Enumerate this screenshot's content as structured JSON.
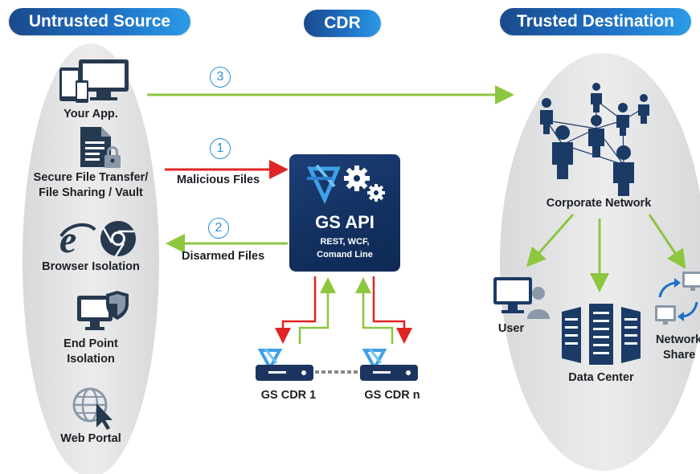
{
  "headers": {
    "untrusted": "Untrusted Source",
    "cdr": "CDR",
    "trusted": "Trusted Destination"
  },
  "sources": [
    {
      "label": "Your App.",
      "icon": "devices-icon"
    },
    {
      "label_line1": "Secure File Transfer/",
      "label_line2": "File Sharing / Vault",
      "icon": "secure-file-icon"
    },
    {
      "label": "Browser Isolation",
      "icon": "browsers-icon"
    },
    {
      "label_line1": "End Point",
      "label_line2": "Isolation",
      "icon": "endpoint-shield-icon"
    },
    {
      "label": "Web Portal",
      "icon": "globe-cursor-icon"
    }
  ],
  "flows": {
    "step1": "1",
    "step2": "2",
    "step3": "3",
    "malicious": "Malicious Files",
    "disarmed": "Disarmed Files"
  },
  "api": {
    "title": "GS API",
    "line1": "REST, WCF,",
    "line2": "Comand Line"
  },
  "cdr_nodes": {
    "node1": "GS CDR 1",
    "noden": "GS CDR n"
  },
  "destination": {
    "corporate": "Corporate Network",
    "user": "User",
    "datacenter": "Data Center",
    "network_line1": "Network",
    "network_line2": "Share"
  },
  "colors": {
    "header_dark": "#1a4a8c",
    "header_light": "#2b9be6",
    "malicious_arrow": "#e02424",
    "clean_arrow": "#8dc63f",
    "api_box": "#12305f",
    "ellipse": "#e6e7e8",
    "icon": "#26394f",
    "number_circle": "#2b8fd8"
  }
}
